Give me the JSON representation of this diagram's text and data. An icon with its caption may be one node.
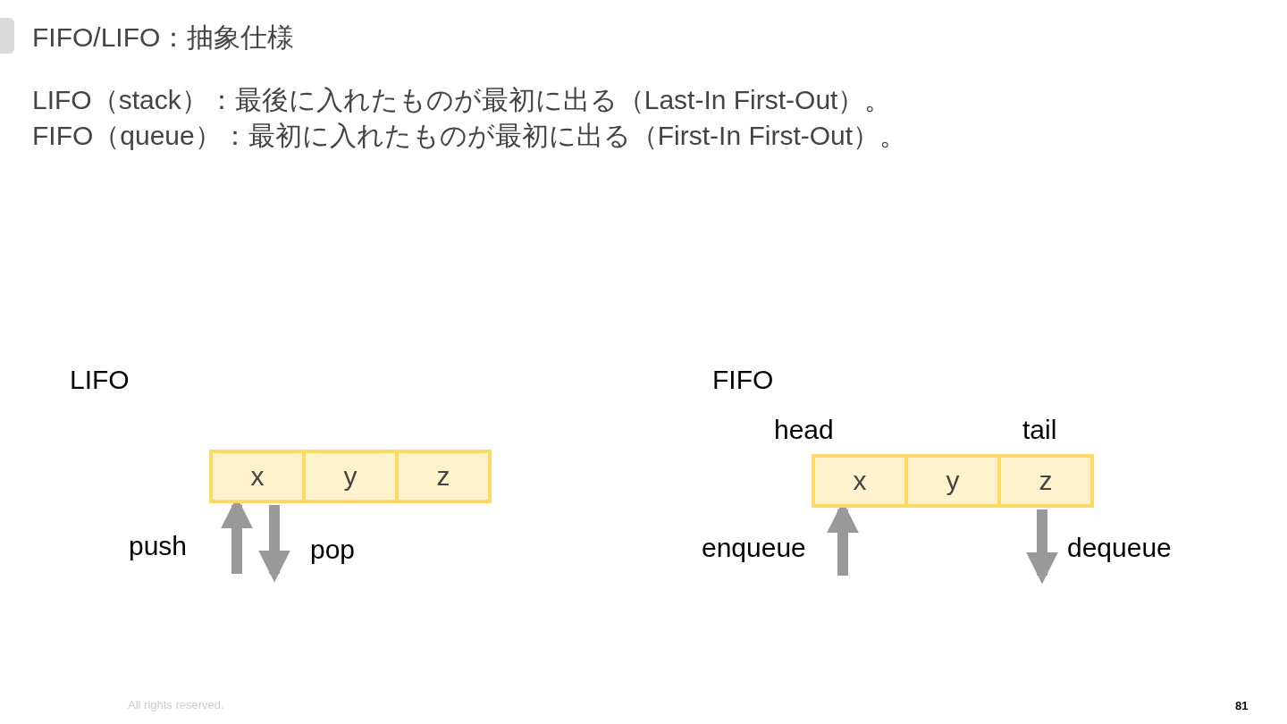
{
  "diagram": {
    "title": "FIFO/LIFO：抽象仕様",
    "nodes": [
      {
        "text": [
          "x"
        ]
      },
      {
        "text": [
          "y"
        ]
      },
      {
        "text": [
          "z"
        ]
      },
      {
        "text": [
          "x"
        ],
        "beside": [
          "head"
        ]
      },
      {
        "text": [
          "y"
        ]
      },
      {
        "text": [
          "z"
        ],
        "beside": [
          "tail"
        ]
      }
    ],
    "edges": [
      {
        "from": null,
        "to": 0,
        "arrow": "to",
        "label": "push"
      },
      {
        "from": 0,
        "to": null,
        "arrow": "to",
        "label": "pop"
      },
      {
        "from": null,
        "to": 3,
        "arrow": "to",
        "label": "enqueue"
      },
      {
        "from": 5,
        "to": null,
        "arrow": "to",
        "label": "dequeue"
      }
    ],
    "labels": [
      "LIFO（stack）：最後に入れたものが最初に出る（Last-In First-Out）。",
      "FIFO（queue）：最初に入れたものが最初に出る（First-In First-Out）。",
      "LIFO",
      "FIFO",
      "All rights reserved.",
      "81"
    ]
  }
}
